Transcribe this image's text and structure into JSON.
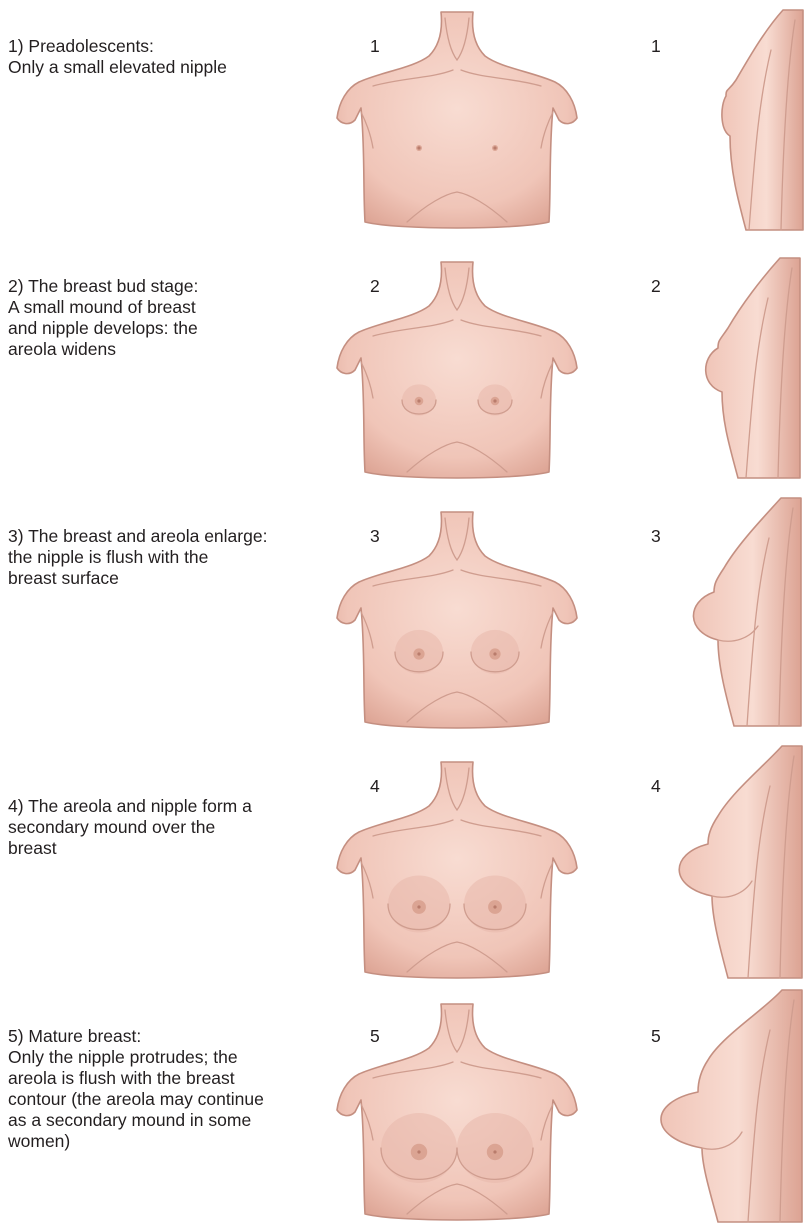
{
  "colors": {
    "skin_light": "#f8dcd2",
    "skin_mid": "#f0c5b8",
    "skin_shadow": "#dca393",
    "outline": "#c48f81",
    "areola": "#d69c8b",
    "text": "#231f20"
  },
  "stages": [
    {
      "description": "1) Preadolescents:\nOnly a small elevated nipple",
      "front_label": "1",
      "side_label": "1",
      "development_level": 0
    },
    {
      "description": "2) The breast bud stage:\nA small mound of breast\nand nipple develops: the\nareola widens",
      "front_label": "2",
      "side_label": "2",
      "development_level": 1
    },
    {
      "description": "3) The breast and areola enlarge:\nthe nipple is flush with the\nbreast surface",
      "front_label": "3",
      "side_label": "3",
      "development_level": 2
    },
    {
      "description": "4) The areola and nipple form a\nsecondary mound over the\nbreast",
      "front_label": "4",
      "side_label": "4",
      "development_level": 3
    },
    {
      "description": "5) Mature breast:\nOnly the nipple protrudes; the\nareola is flush with the breast\ncontour (the areola may continue\nas a secondary mound in some\nwomen)",
      "front_label": "5",
      "side_label": "5",
      "development_level": 4
    }
  ]
}
